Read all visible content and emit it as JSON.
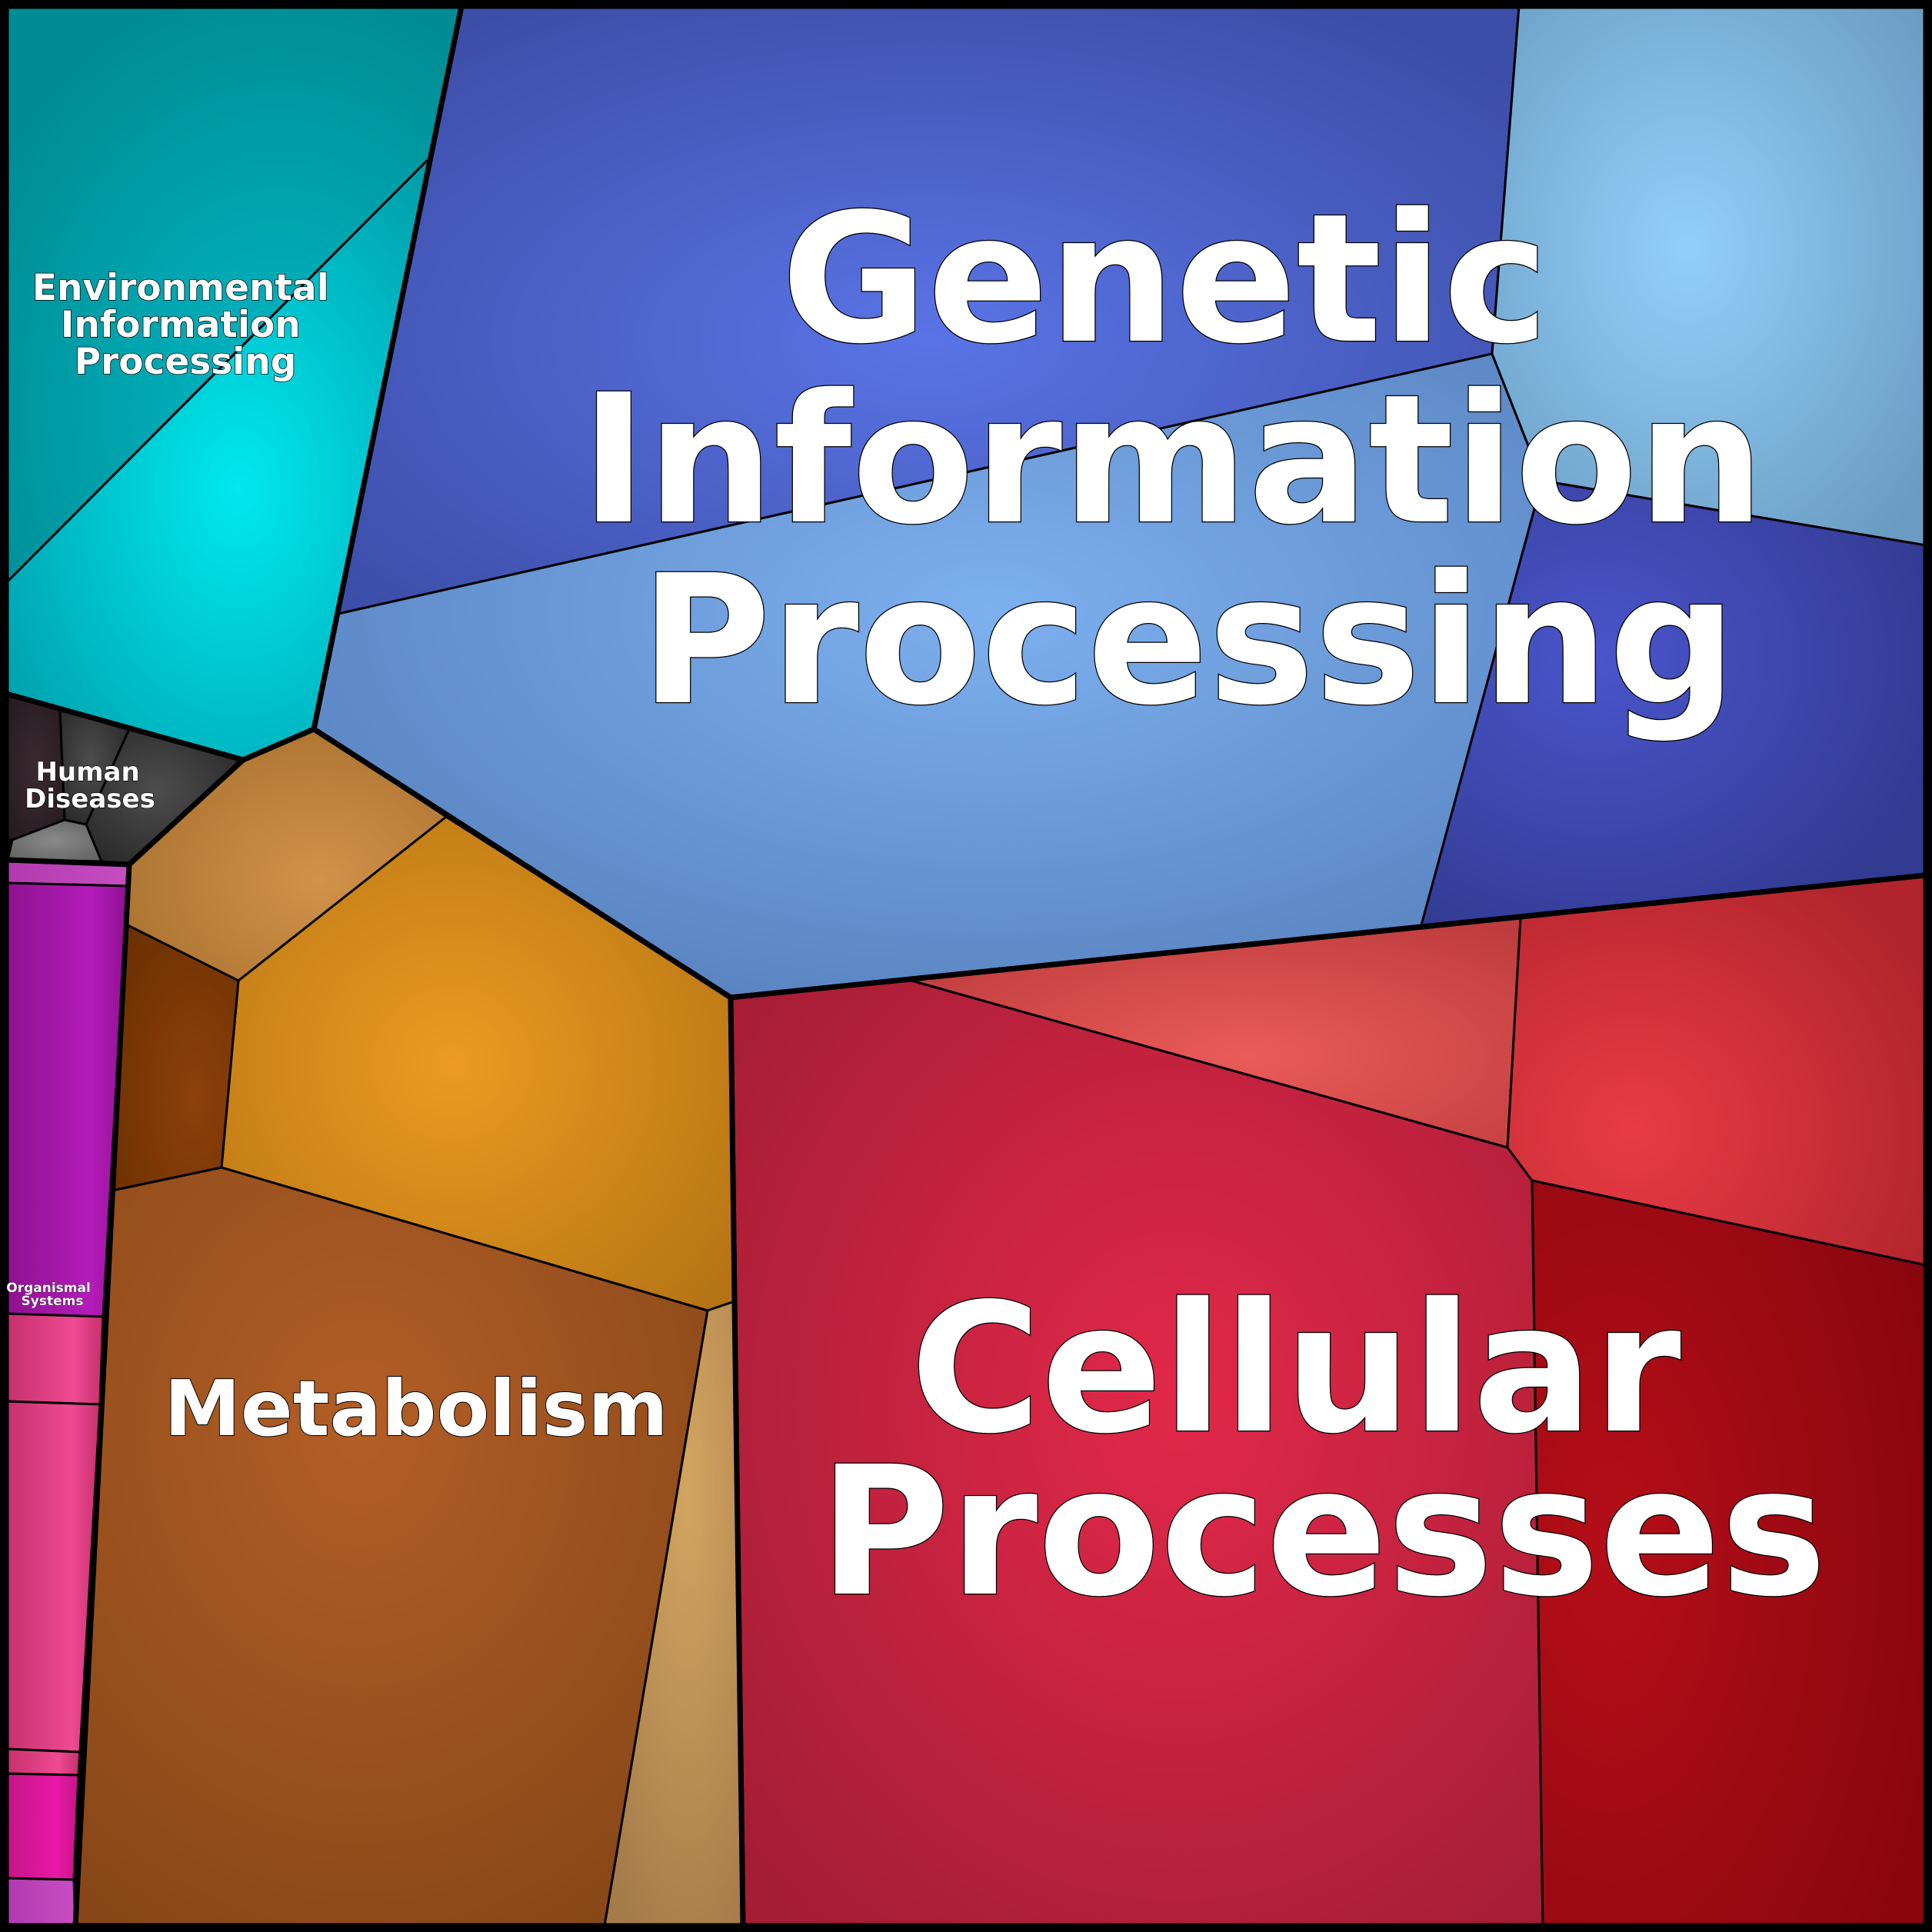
{
  "groups": {
    "genetic": {
      "line1": "Genetic",
      "line2": "Information",
      "line3": "Processing"
    },
    "cellular": {
      "line1": "Cellular",
      "line2": "Processes"
    },
    "metabolism": {
      "line1": "Metabolism"
    },
    "environmental": {
      "line1": "Environmental",
      "line2": "Information",
      "line3": "Processing"
    },
    "human": {
      "line1": "Human",
      "line2": "Diseases"
    },
    "organismal": {
      "line1": "Organismal",
      "line2": "Systems"
    }
  },
  "colors": {
    "genetic_dark_blue": "#4356b8",
    "genetic_mid_blue": "#5e8fd0",
    "genetic_light_blue": "#7fb8e6",
    "cellular_crimson": "#c3233f",
    "cellular_salmon": "#d9584f",
    "cellular_red": "#d8333a",
    "cellular_dark_red": "#a40b16",
    "metabolism_orange": "#d48f1c",
    "metabolism_brown": "#99501c",
    "metabolism_tan": "#bb925a",
    "environmental_teal": "#00aebb",
    "human_gray": "#3a3a3a",
    "organismal_magenta": "#a315a8",
    "organismal_pink": "#e0408c"
  }
}
